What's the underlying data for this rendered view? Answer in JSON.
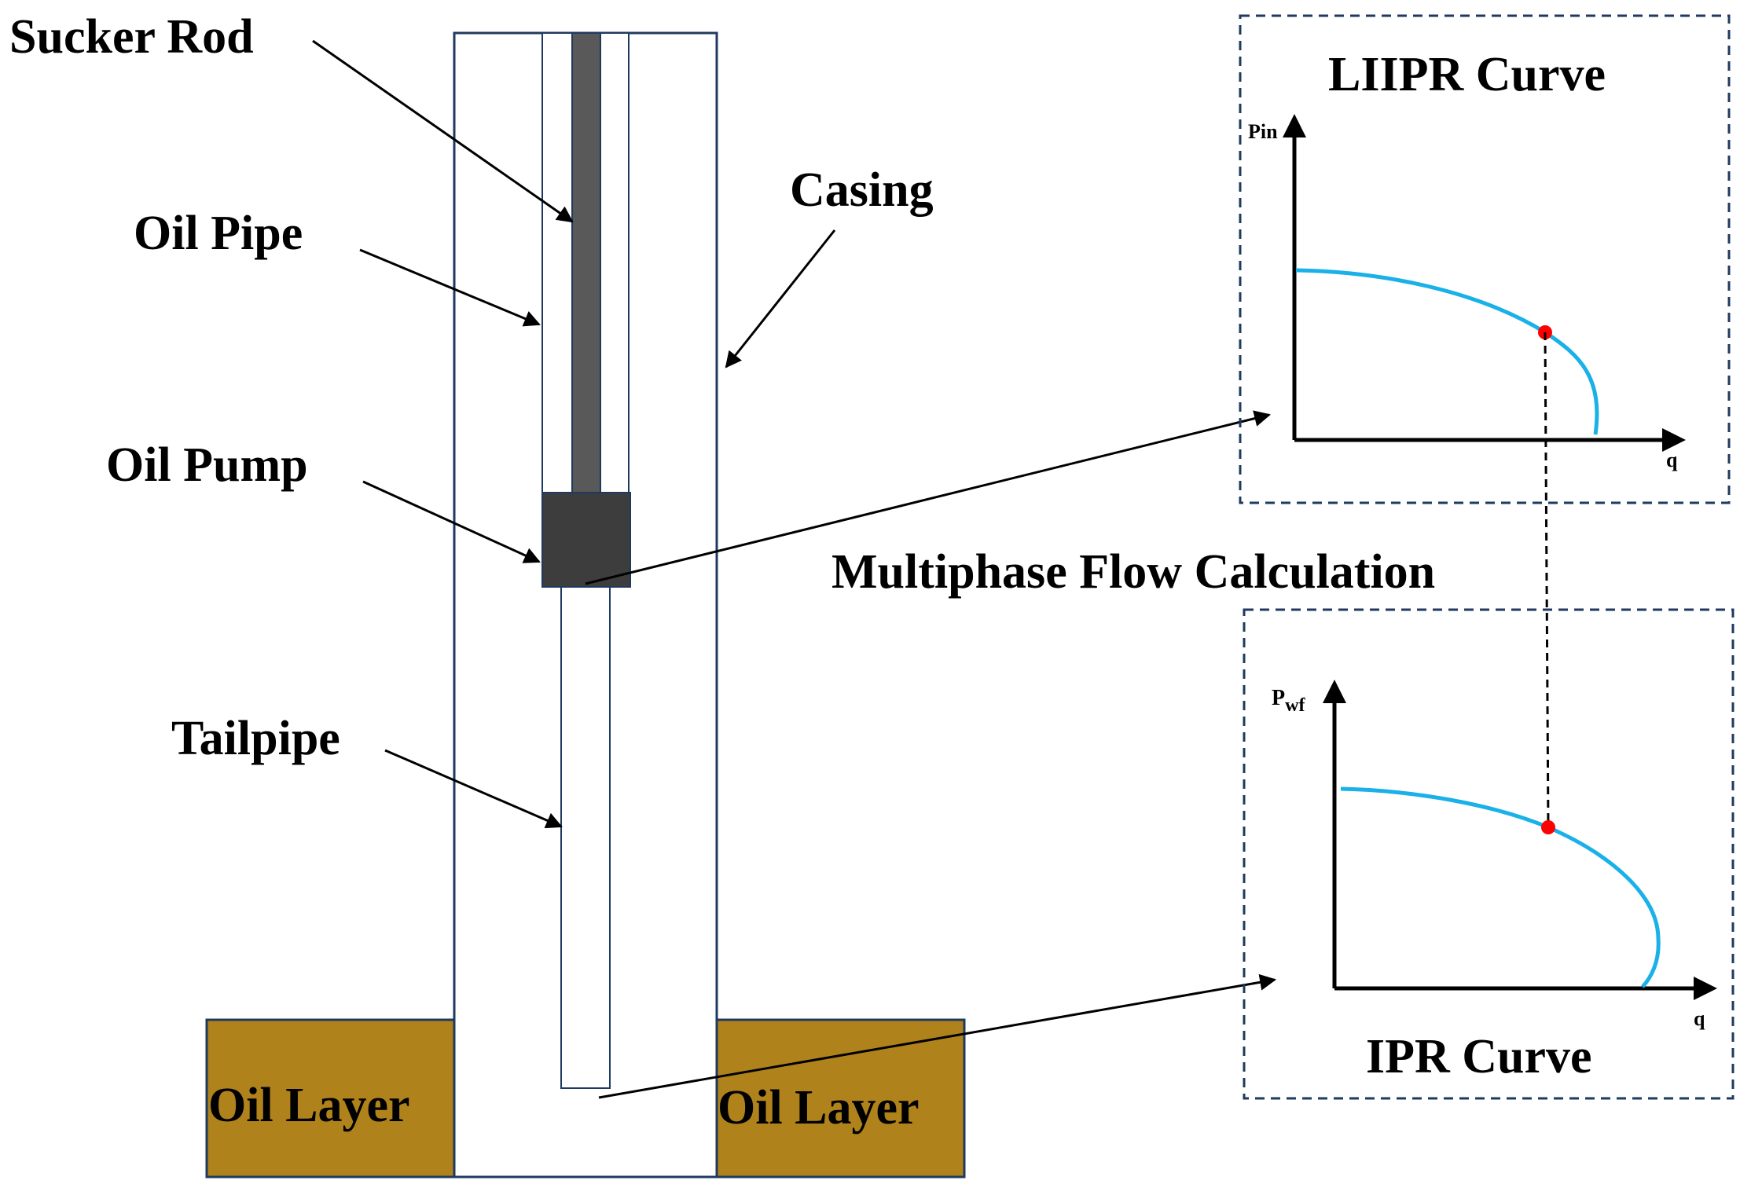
{
  "labels": {
    "sucker_rod": "Sucker Rod",
    "oil_pipe": "Oil Pipe",
    "oil_pump": "Oil Pump",
    "casing": "Casing",
    "tailpipe": "Tailpipe",
    "oil_layer_left": "Oil Layer",
    "oil_layer_right": "Oil Layer",
    "multiphase": "Multiphase Flow Calculation"
  },
  "liipr_panel": {
    "title": "LIIPR Curve",
    "y_axis": "Pin",
    "x_axis": "q"
  },
  "ipr_panel": {
    "title": "IPR Curve",
    "y_axis_main": "P",
    "y_axis_sub": "wf",
    "x_axis": "q"
  },
  "colors": {
    "frame": "#1f3a5f",
    "rod": "#595959",
    "pump": "#3d3d3d",
    "oil_layer": "#b0821b",
    "curve": "#1ab0e8",
    "point": "#ff0000",
    "panel_border": "#1f3a5f"
  }
}
